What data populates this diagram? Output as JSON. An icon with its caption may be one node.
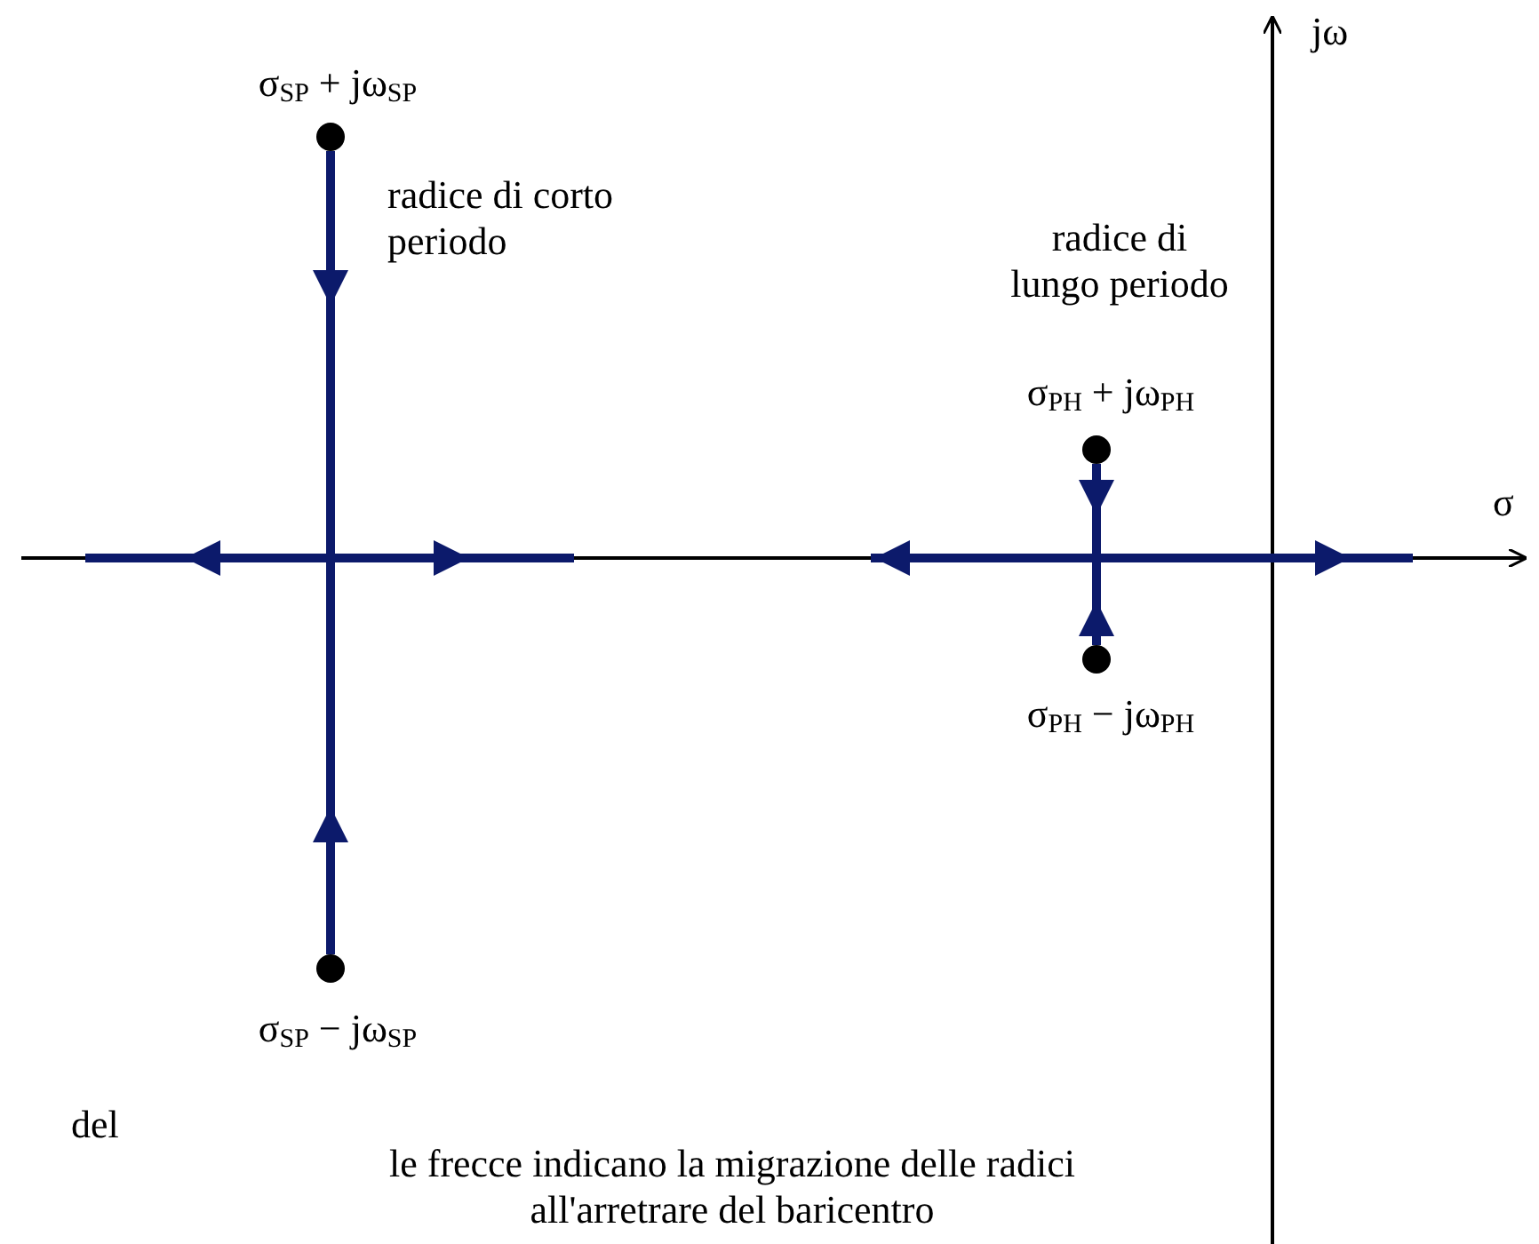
{
  "diagram": {
    "nodes": [
      {
        "text": [],
        "shape": "circle",
        "beside": [
          "σ$_{SP}$ + jω$_{SP}$"
        ]
      },
      {
        "text": [],
        "shape": "circle",
        "beside": [
          "σ$_{SP}$ − jω$_{SP}$"
        ]
      },
      {
        "text": [],
        "shape": "circle",
        "beside": [
          "σ$_{PH}$ + jω$_{PH}$"
        ]
      },
      {
        "text": [],
        "shape": "circle",
        "beside": [
          "σ$_{PH}$ − jω$_{PH}$"
        ]
      }
    ],
    "edges": [
      {
        "from": 0,
        "to": null,
        "arrow": "to"
      },
      {
        "from": 1,
        "to": null,
        "arrow": "to"
      },
      {
        "from": 2,
        "to": null,
        "arrow": "to"
      },
      {
        "from": 3,
        "to": null,
        "arrow": "to"
      }
    ],
    "labels": [
      "jω",
      "radice di corto periodo",
      "radice di lungo periodo",
      "σ",
      "del",
      "le frecce indicano la migrazione delle radici all'arretrare del baricentro"
    ]
  }
}
